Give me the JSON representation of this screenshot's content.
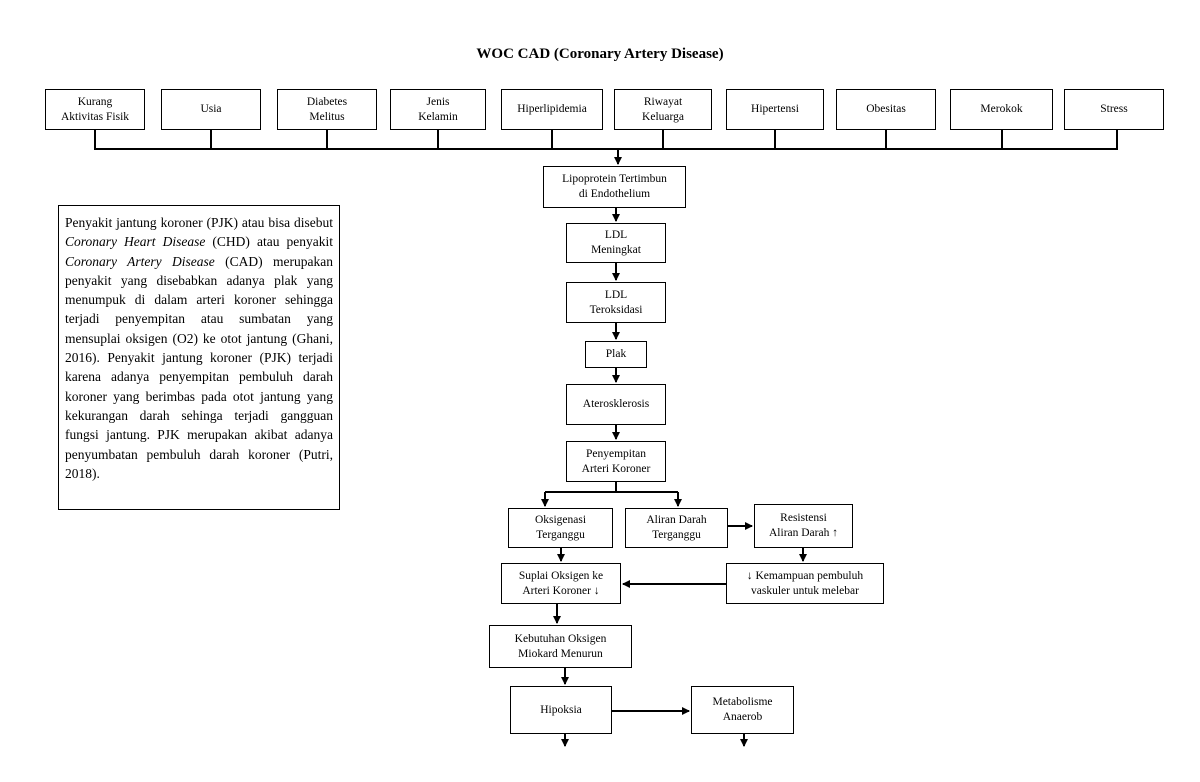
{
  "title": "WOC CAD (Coronary Artery Disease)",
  "risk_factors": [
    "Kurang\nAktivitas Fisik",
    "Usia",
    "Diabetes\nMelitus",
    "Jenis\nKelamin",
    "Hiperlipidemia",
    "Riwayat\nKeluarga",
    "Hipertensi",
    "Obesitas",
    "Merokok",
    "Stress"
  ],
  "flow": {
    "lipoprotein": "Lipoprotein Tertimbun\ndi Endothelium",
    "ldl_up": "LDL\nMeningkat",
    "ldl_ox": "LDL\nTeroksidasi",
    "plak": "Plak",
    "atero": "Aterosklerosis",
    "penyempitan": "Penyempitan\nArteri Koroner",
    "oksigenasi": "Oksigenasi\nTerganggu",
    "aliran": "Aliran Darah\nTerganggu",
    "resistensi": "Resistensi\nAliran Darah ↑",
    "suplai": "Suplai Oksigen ke\nArteri Koroner ↓",
    "kemampuan": "↓ Kemampuan pembuluh\nvaskuler untuk melebar",
    "kebutuhan": "Kebutuhan Oksigen\nMiokard Menurun",
    "hipoksia": "Hipoksia",
    "metabolisme": "Metabolisme\nAnaerob"
  },
  "description": {
    "p1": "Penyakit jantung koroner (PJK) atau bisa disebut ",
    "p1_em": "Coronary Heart Disease",
    "p2": " (CHD) atau penyakit ",
    "p2_em": "Coronary Artery Disease",
    "p3": " (CAD) merupakan penyakit yang disebabkan adanya plak yang menumpuk di dalam arteri koroner sehingga terjadi penyempitan atau sumbatan yang mensuplai oksigen (O2) ke otot jantung (Ghani, 2016). Penyakit jantung koroner (PJK) terjadi karena adanya penyempitan pembuluh darah koroner yang berimbas pada otot jantung yang kekurangan darah sehinga terjadi gangguan fungsi jantung. PJK merupakan akibat adanya penyumbatan pembuluh darah koroner (Putri, 2018)."
  }
}
